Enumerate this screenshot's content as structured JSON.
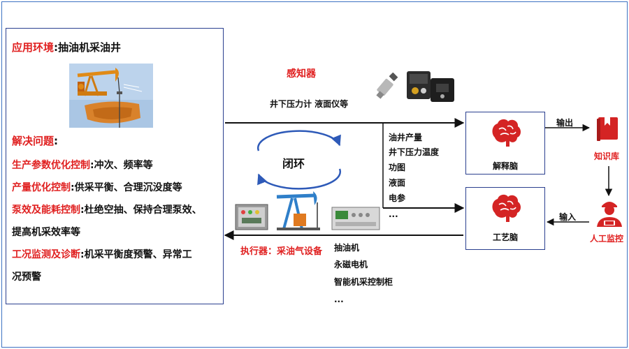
{
  "left_panel": {
    "env_label": "应用环境",
    "env_sep": ":",
    "env_value": "抽油机采油井",
    "problems_title": "解决问题",
    "problems_sep": ":",
    "problems": [
      {
        "key": "生产参数优化控制",
        "sep": ":",
        "value": "冲次、频率等"
      },
      {
        "key": "产量优化控制",
        "sep": ":",
        "value": "供采平衡、合理沉没度等"
      },
      {
        "key": "泵效及能耗控制",
        "sep": ":",
        "value": "杜绝空抽、保持合理泵效、"
      },
      {
        "key": "",
        "sep": "",
        "value": "提高机采效率等"
      },
      {
        "key": "工况监测及诊断",
        "sep": ":",
        "value": "机采平衡度预警、异常工"
      },
      {
        "key": "",
        "sep": "",
        "value": "况预警"
      }
    ]
  },
  "sensor": {
    "title": "感知器",
    "devices": "井下压力计 液面仪等"
  },
  "data_list": [
    "油井产量",
    "井下压力温度",
    "功图",
    "液面",
    "电参",
    "..."
  ],
  "loop_label": "闭环",
  "actuator": {
    "title": "执行器：采油气设备",
    "items": [
      "抽油机",
      "永磁电机",
      "智能机采控制柜",
      "..."
    ]
  },
  "brains": {
    "interpret": "解释脑",
    "process": "工艺脑"
  },
  "output_label": "输出",
  "input_label": "输入",
  "knowledge_base": "知识库",
  "manual_monitor": "人工监控",
  "colors": {
    "accent_red": "#e02020",
    "frame_blue": "#3c72c2",
    "box_navy": "#2a3f8f",
    "loop_blue": "#2e5ab8"
  }
}
